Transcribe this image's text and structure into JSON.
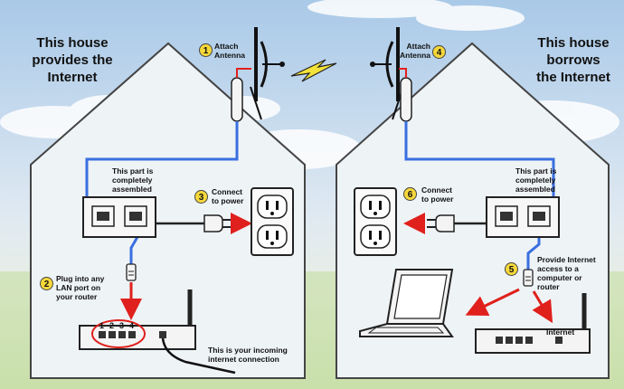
{
  "left_house": {
    "heading": [
      "This house",
      "provides the",
      "Internet"
    ],
    "assembled_note": [
      "This part is",
      "completely",
      "assembled"
    ],
    "incoming_note": [
      "This is your incoming",
      "internet connection"
    ]
  },
  "right_house": {
    "heading": [
      "This house",
      "borrows",
      "the Internet"
    ],
    "assembled_note": [
      "This part is",
      "completely",
      "assembled"
    ],
    "provide_note": [
      "Provide Internet",
      "access to a",
      "computer or",
      "router"
    ],
    "internet_port_label": "Internet"
  },
  "steps": [
    {
      "number": "1",
      "label": [
        "Attach",
        "Antenna"
      ]
    },
    {
      "number": "2",
      "label": [
        "Plug into any",
        "LAN port on",
        "your router"
      ]
    },
    {
      "number": "3",
      "label": [
        "Connect",
        "to power"
      ]
    },
    {
      "number": "4",
      "label": [
        "Attach",
        "Antenna"
      ]
    },
    {
      "number": "5",
      "label": [
        "Provide Internet",
        "access to a",
        "computer or",
        "router"
      ]
    },
    {
      "number": "6",
      "label": [
        "Connect",
        "to power"
      ]
    }
  ],
  "router_ports": [
    "1",
    "2",
    "3",
    "4"
  ],
  "colors": {
    "sky_top": "#a9c9e8",
    "grass": "#c8dfa8",
    "house_fill": "#eef3f6",
    "cable_blue": "#3a6fe0",
    "arrow_red": "#e0201c",
    "badge_yellow": "#f6d83a",
    "bolt_yellow": "#f2e23a"
  }
}
